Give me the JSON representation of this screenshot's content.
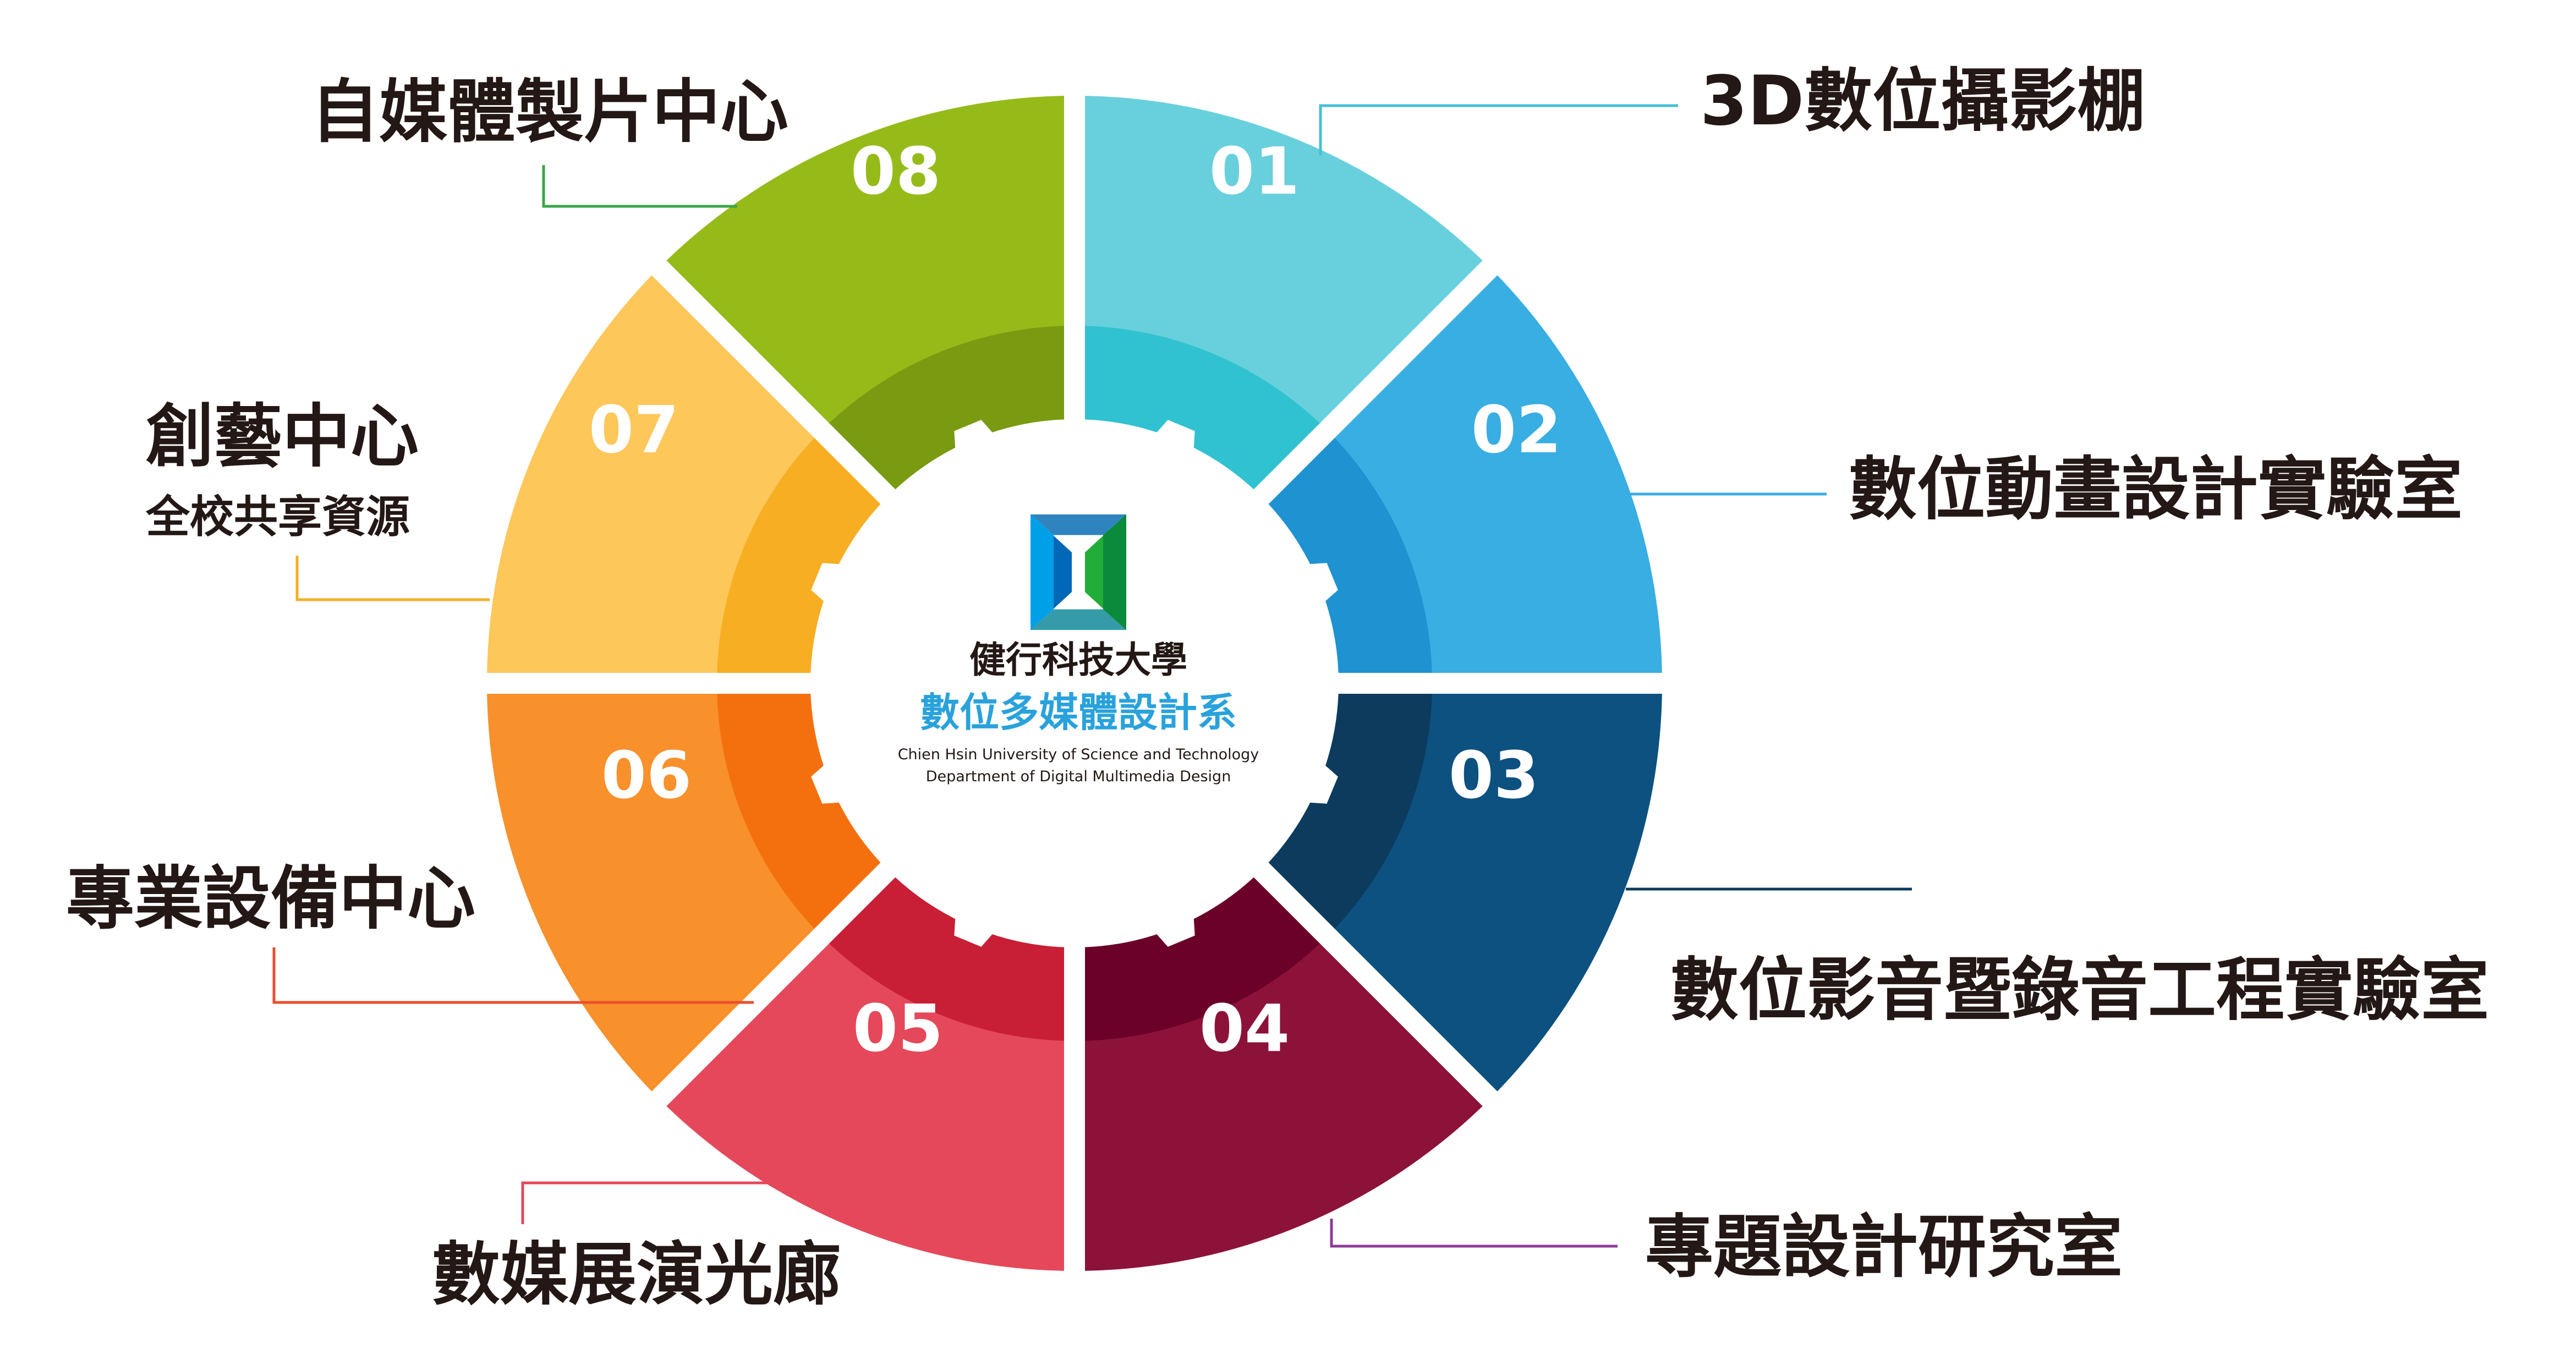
{
  "center": {
    "school_name": "健行科技大學",
    "dept_name": "數位多媒體設計系",
    "english_line1": "Chien Hsin University of Science and Technology",
    "english_line2": "Department of Digital Multimedia Design",
    "logo_icon": "bowtie-logo-icon",
    "logo_colors": [
      "#00a0e9",
      "#0068b7",
      "#22ac38"
    ]
  },
  "segments": [
    {
      "number": "01",
      "label": "3D數位攝影棚",
      "sublabel": "",
      "outer_color": "#68d0dc",
      "inner_color": "#30c2d0",
      "line_color": "#45bfd6"
    },
    {
      "number": "02",
      "label": "數位動畫設計實驗室",
      "sublabel": "",
      "outer_color": "#38aee3",
      "inner_color": "#1f92d1",
      "line_color": "#38aee3"
    },
    {
      "number": "03",
      "label": "數位影音暨錄音工程實驗室",
      "sublabel": "",
      "outer_color": "#0c5180",
      "inner_color": "#0c3b5e",
      "line_color": "#0c3b5e"
    },
    {
      "number": "04",
      "label": "專題設計研究室",
      "sublabel": "",
      "outer_color": "#8c1239",
      "inner_color": "#6b0028",
      "line_color": "#8d3c96"
    },
    {
      "number": "05",
      "label": "數媒展演光廊",
      "sublabel": "",
      "outer_color": "#e5485a",
      "inner_color": "#c81f36",
      "line_color": "#e5485a"
    },
    {
      "number": "06",
      "label": "專業設備中心",
      "sublabel": "",
      "outer_color": "#f8902b",
      "inner_color": "#f4700e",
      "line_color": "#ea4f2d"
    },
    {
      "number": "07",
      "label": "創藝中心",
      "sublabel": "全校共享資源",
      "outer_color": "#fec75a",
      "inner_color": "#f7ae22",
      "line_color": "#f7ae22"
    },
    {
      "number": "08",
      "label": "自媒體製片中心",
      "sublabel": "",
      "outer_color": "#96bb19",
      "inner_color": "#7a9a12",
      "line_color": "#3aa64a"
    }
  ]
}
